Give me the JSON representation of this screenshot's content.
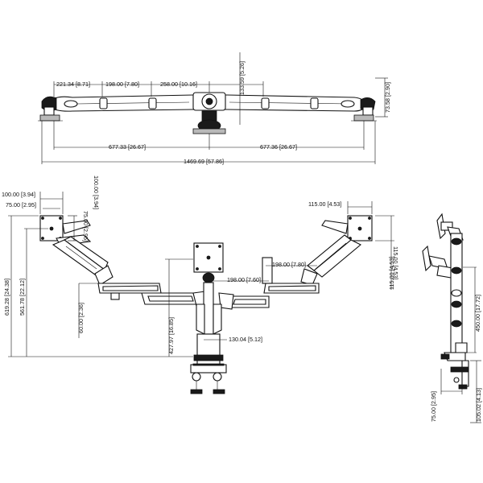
{
  "top_view": {
    "d1": "221.34 [8.71]",
    "d2": "198.00 [7.80]",
    "d3": "258.00 [10.16]",
    "d4": "133.59 [5.26]",
    "d5": "73.58 [2.90]",
    "d6": "677.33 [26.67]",
    "d7": "677.36 [26.67]",
    "d8": "1469.69 [57.86]"
  },
  "front_view": {
    "vesa_a": "100.00 [3.94]",
    "vesa_b": "75.00 [2.95]",
    "vesa_c": "75.00 [2.95]",
    "vesa_d": "100.00 [3.94]",
    "h_total": "619.28 [24.38]",
    "h_arm": "561.78 [22.12]",
    "right_w": "115.00 [4.53]",
    "right_h": "115.00 [4.53]",
    "seg_right": "198.00 [7.80]",
    "seg_center": "198.00 [7.60]",
    "left_tilt": "60.00 [2.36]",
    "center_h": "427.97 [16.85]",
    "pole_w": "130.04 [5.12]"
  },
  "side_view": {
    "h_pole": "450.00 [17.72]",
    "clamp_w": "75.00 [2.95]",
    "clamp_h": "105.02 [4.13]"
  }
}
